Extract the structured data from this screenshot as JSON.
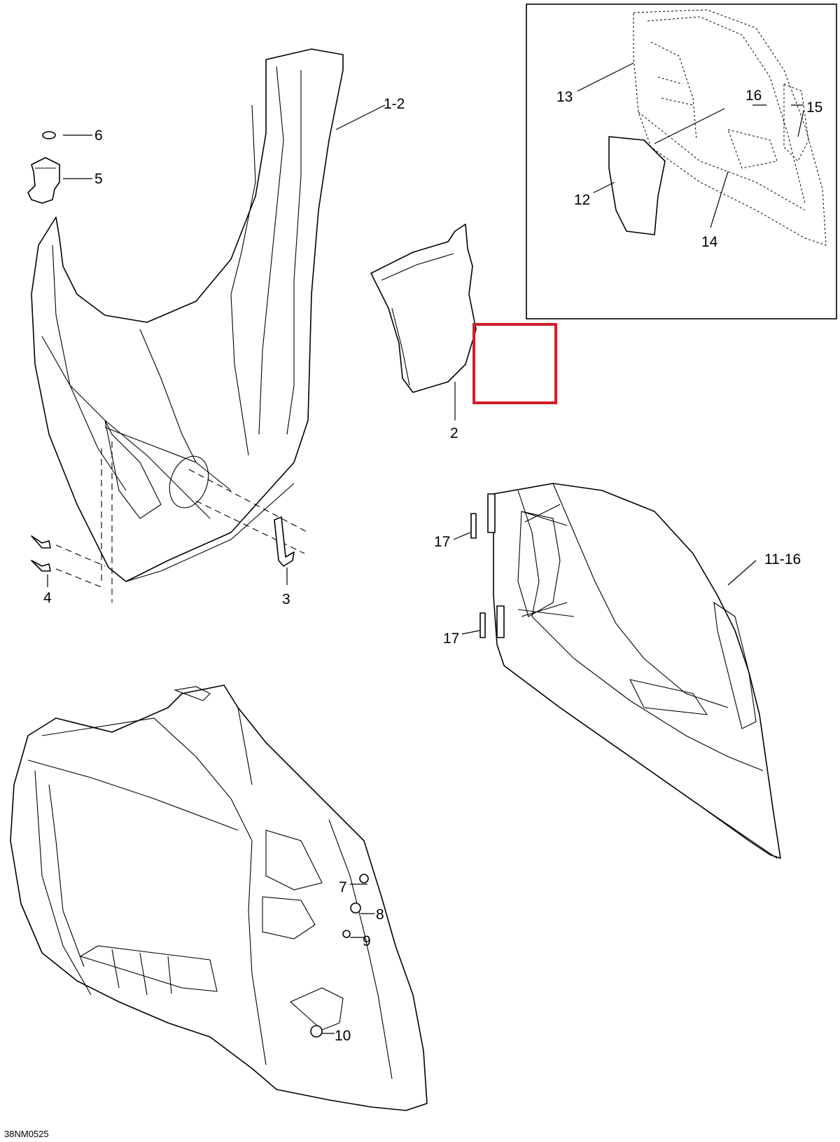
{
  "diagram_code": "38NM0525",
  "highlight_color": "#d0202a",
  "line_color": "#000000",
  "callouts": {
    "c1_2": "1-2",
    "c2": "2",
    "c3": "3",
    "c4": "4",
    "c5": "5",
    "c6": "6",
    "c7": "7",
    "c8": "8",
    "c9": "9",
    "c10": "10",
    "c11_16": "11-16",
    "c12": "12",
    "c13": "13",
    "c14": "14",
    "c15": "15",
    "c16": "16",
    "c17_upper": "17",
    "c17_lower": "17"
  }
}
